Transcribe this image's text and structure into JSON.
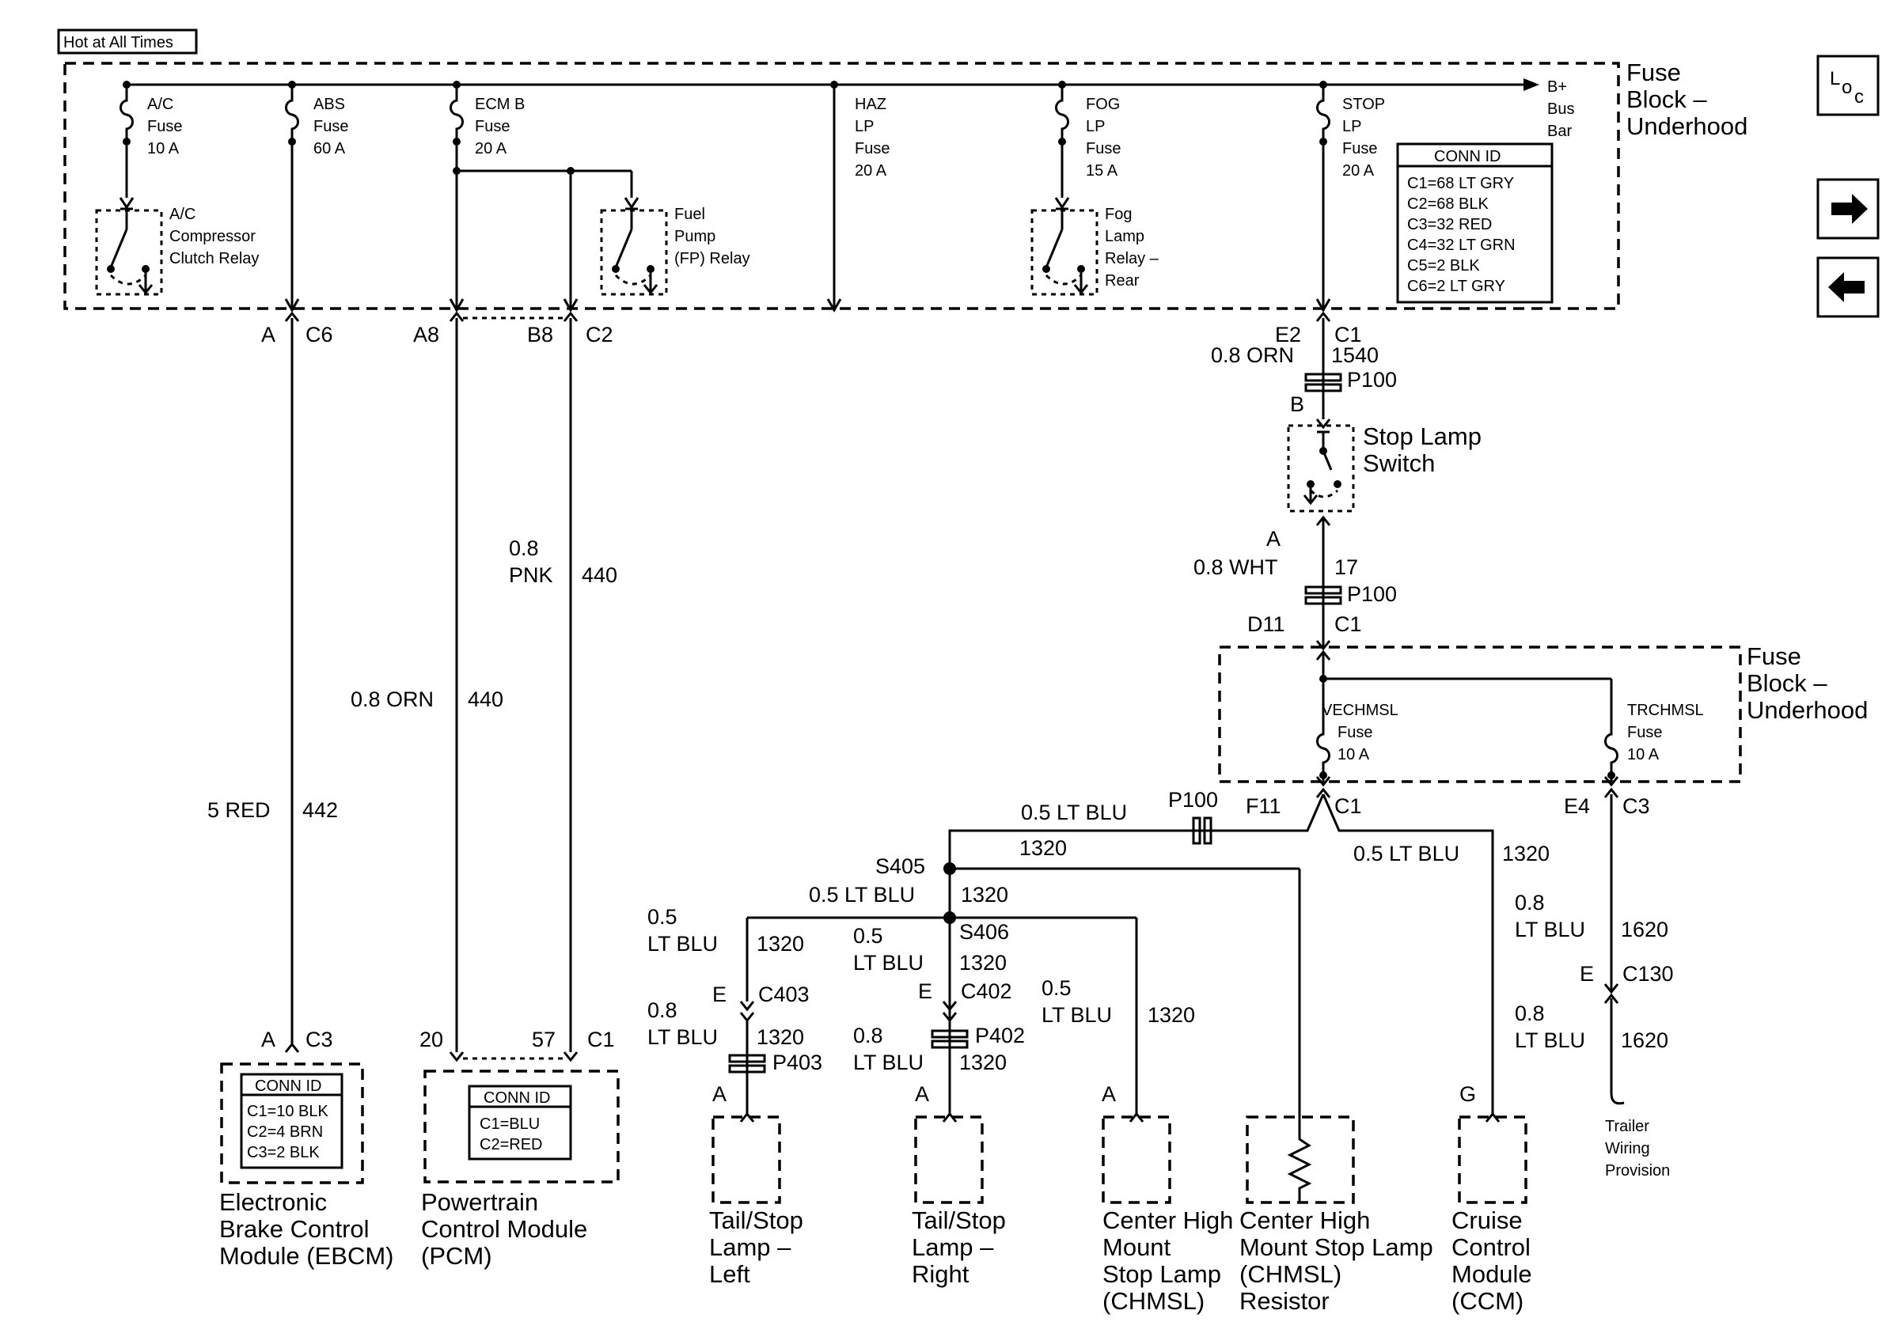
{
  "header": {
    "hot_label": "Hot at All Times",
    "loc_icon": "loc-icon",
    "next_icon": "arrow-right-icon",
    "prev_icon": "arrow-left-icon"
  },
  "fuse_block_top": {
    "title": [
      "Fuse",
      "Block –",
      "Underhood"
    ],
    "bus_bar": [
      "B+",
      "Bus",
      "Bar"
    ],
    "fuses": [
      {
        "lines": [
          "A/C",
          "Fuse",
          "10 A"
        ]
      },
      {
        "lines": [
          "ABS",
          "Fuse",
          "60 A"
        ]
      },
      {
        "lines": [
          "ECM B",
          "Fuse",
          "20 A"
        ]
      },
      {
        "lines": [
          "HAZ",
          "LP",
          "Fuse",
          "20 A"
        ]
      },
      {
        "lines": [
          "FOG",
          "LP",
          "Fuse",
          "15 A"
        ]
      },
      {
        "lines": [
          "STOP",
          "LP",
          "Fuse",
          "20 A"
        ]
      }
    ],
    "relays": [
      {
        "lines": [
          "A/C",
          "Compressor",
          "Clutch Relay"
        ]
      },
      {
        "lines": [
          "Fuel",
          "Pump",
          "(FP) Relay"
        ]
      },
      {
        "lines": [
          "Fog",
          "Lamp",
          "Relay –",
          "Rear"
        ]
      }
    ],
    "conn_id": {
      "title": "CONN ID",
      "rows": [
        "C1=68 LT GRY",
        "C2=68 BLK",
        "C3=32 RED",
        "C4=32 LT GRN",
        "C5=2 BLK",
        "C6=2 LT GRY"
      ]
    }
  },
  "abs_circuit": {
    "pin_a": "A",
    "conn_c6": "C6",
    "wire_color": "5 RED",
    "circuit": "442",
    "pin_bottom": "A",
    "conn_c3": "C3",
    "ebcm_conn": {
      "title": "CONN ID",
      "rows": [
        "C1=10 BLK",
        "C2=4 BRN",
        "C3=2 BLK"
      ]
    },
    "ebcm_label": [
      "Electronic",
      "Brake Control",
      "Module (EBCM)"
    ]
  },
  "ecm_circuit": {
    "pin_a8": "A8",
    "pin_b8": "B8",
    "conn_c2": "C2",
    "wire1_color": "0.8 ORN",
    "wire1_circuit": "440",
    "wire2_color": [
      "0.8",
      "PNK"
    ],
    "wire2_circuit": "440",
    "pin_20": "20",
    "pin_57": "57",
    "conn_c1": "C1",
    "pcm_conn": {
      "title": "CONN ID",
      "rows": [
        "C1=BLU",
        "C2=RED"
      ]
    },
    "pcm_label": [
      "Powertrain",
      "Control Module",
      "(PCM)"
    ]
  },
  "stop_circuit": {
    "pin_e2": "E2",
    "conn_c1": "C1",
    "wire1_color": "0.8 ORN",
    "wire1_circuit": "1540",
    "inline1": "P100",
    "pin_b": "B",
    "switch_label": [
      "Stop Lamp",
      "Switch"
    ],
    "pin_a": "A",
    "wire2_color": "0.8 WHT",
    "wire2_circuit": "17",
    "inline2": "P100",
    "pin_d11": "D11",
    "conn_c1b": "C1"
  },
  "fuse_block_bottom": {
    "title": [
      "Fuse",
      "Block –",
      "Underhood"
    ],
    "fuse1": [
      "VECHMSL",
      "Fuse",
      "10 A"
    ],
    "fuse2": [
      "TRCHMSL",
      "Fuse",
      "10 A"
    ]
  },
  "lamp_circuit": {
    "inline_p100": "P100",
    "pin_f11": "F11",
    "conn_c1": "C1",
    "wire_main": "0.5 LT BLU",
    "circuit_main": "1320",
    "wire_ccm": "0.5 LT BLU",
    "circuit_ccm": "1320",
    "splice1": "S405",
    "s405_wire": "0.5 LT BLU",
    "s405_circuit": "1320",
    "splice2": "S406",
    "s406_circuit": "1320",
    "left_wire": [
      "0.5",
      "LT BLU"
    ],
    "left_circuit": "1320",
    "left_pin": "E",
    "left_conn": "C403",
    "left_wire2": [
      "0.8",
      "LT BLU"
    ],
    "left_circuit2": "1320",
    "left_inline": "P403",
    "left_pin2": "A",
    "right_wire": [
      "0.5",
      "LT BLU"
    ],
    "right_circuit": "1320",
    "right_pin": "E",
    "right_conn": "C402",
    "right_wire2": [
      "0.8",
      "LT BLU"
    ],
    "right_circuit2": "1320",
    "right_inline": "P402",
    "right_pin2": "A",
    "chmsl_wire": [
      "0.5",
      "LT BLU"
    ],
    "chmsl_circuit": "1320",
    "chmsl_pin": "A",
    "ccm_pin": "G",
    "trailer_pin_e4": "E4",
    "trailer_conn_c3": "C3",
    "trailer_wire1": [
      "0.8",
      "LT BLU"
    ],
    "trailer_circuit1": "1620",
    "trailer_pin_e": "E",
    "trailer_conn_c130": "C130",
    "trailer_wire2": [
      "0.8",
      "LT BLU"
    ],
    "trailer_circuit2": "1620"
  },
  "components": {
    "tail_left": [
      "Tail/Stop",
      "Lamp –",
      "Left"
    ],
    "tail_right": [
      "Tail/Stop",
      "Lamp –",
      "Right"
    ],
    "chmsl": [
      "Center High",
      "Mount",
      "Stop Lamp",
      "(CHMSL)"
    ],
    "chmsl_res": [
      "Center High",
      "Mount Stop Lamp",
      "(CHMSL)",
      "Resistor"
    ],
    "ccm": [
      "Cruise",
      "Control",
      "Module",
      "(CCM)"
    ],
    "trailer": [
      "Trailer",
      "Wiring",
      "Provision"
    ]
  }
}
